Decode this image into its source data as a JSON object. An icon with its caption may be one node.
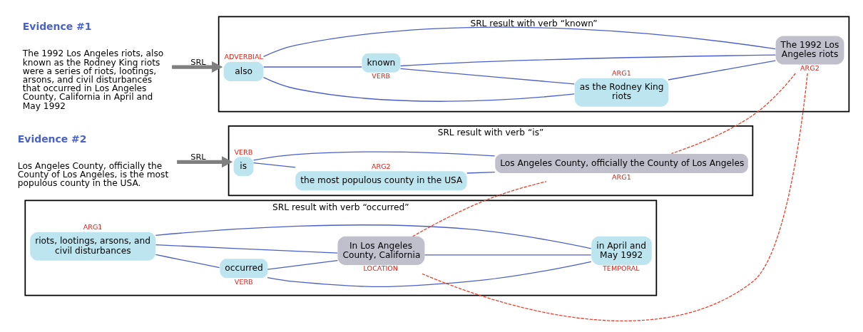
{
  "diagram": {
    "nodes": [
      {
        "text": [
          "Evidence #1",
          "The 1992 Los Angeles riots, also known as the Rodney King riots were a series of riots, lootings, arsons, and civil disturbances that occurred in Los Angeles County, California in April and May 1992"
        ]
      },
      {
        "text": [
          "SRL result with verb “known”"
        ]
      },
      {
        "text": [
          "also"
        ],
        "in": 1,
        "beside": [
          "ADVERBIAL"
        ]
      },
      {
        "text": [
          "as the Rodney King riots"
        ],
        "in": 1,
        "beside": [
          "ARG1"
        ]
      },
      {
        "text": [
          "known"
        ],
        "in": 1,
        "beside": [
          "VERB"
        ]
      },
      {
        "text": [
          "The 1992 Los Angeles riots"
        ],
        "in": 1,
        "beside": [
          "ARG2"
        ]
      },
      {
        "text": [
          "SRL result with verb “occurred”"
        ]
      },
      {
        "text": [
          "riots, lootings, arsons, and civil disturbances"
        ],
        "in": 6,
        "beside": [
          "ARG1"
        ]
      },
      {
        "text": [
          "occurred"
        ],
        "in": 6,
        "beside": [
          "VERB"
        ]
      },
      {
        "text": [
          "In Los Angeles County, California"
        ],
        "in": 6,
        "beside": [
          "LOCATION"
        ]
      },
      {
        "text": [
          "in April and May 1992"
        ],
        "in": 6,
        "beside": [
          "TEMPORAL"
        ]
      },
      {
        "text": [
          "Evidence #2",
          "Los Angeles County, officially the County of Los Angeles, is the most populous county in the USA."
        ]
      },
      {
        "text": [
          "SRL result with verb “is”"
        ]
      },
      {
        "text": [
          "is"
        ],
        "in": 12,
        "beside": [
          "VERB"
        ]
      },
      {
        "text": [
          "the most populous county in the USA"
        ],
        "in": 12,
        "beside": [
          "ARG2"
        ]
      },
      {
        "text": [
          "Los Angeles County, officially the County of Los Angeles"
        ],
        "in": 12,
        "beside": [
          "ARG1"
        ]
      }
    ],
    "edges": [
      {
        "from": 0,
        "to": 1,
        "arrow": "to",
        "label": "SRL",
        "style": "thick",
        "color": "#7f7f7f"
      },
      {
        "from": 2,
        "to": 3,
        "arrow": "none"
      },
      {
        "from": 2,
        "to": 5,
        "arrow": "none"
      },
      {
        "from": 2,
        "to": 4,
        "arrow": "none"
      },
      {
        "from": 4,
        "to": 3,
        "arrow": "none"
      },
      {
        "from": 4,
        "to": 5,
        "arrow": "none"
      },
      {
        "from": 3,
        "to": 5,
        "arrow": "none"
      },
      {
        "from": 7,
        "to": 8,
        "arrow": "none"
      },
      {
        "from": 7,
        "to": 9,
        "arrow": "none"
      },
      {
        "from": 7,
        "to": 10,
        "arrow": "none"
      },
      {
        "from": 8,
        "to": 9,
        "arrow": "none"
      },
      {
        "from": 8,
        "to": 10,
        "arrow": "none"
      },
      {
        "from": 9,
        "to": 10,
        "arrow": "none"
      },
      {
        "from": 11,
        "to": 12,
        "arrow": "to",
        "label": "SRL",
        "style": "thick",
        "color": "#7f7f7f"
      },
      {
        "from": 13,
        "to": 14,
        "arrow": "none"
      },
      {
        "from": 13,
        "to": 15,
        "arrow": "none"
      },
      {
        "from": 14,
        "to": 15,
        "arrow": "none"
      },
      {
        "from": 5,
        "to": 9,
        "arrow": "none",
        "style": "dashed",
        "color": "#e8412c"
      },
      {
        "from": 5,
        "to": 15,
        "arrow": "none",
        "style": "dashed",
        "color": "#e8412c"
      },
      {
        "from": 9,
        "to": 15,
        "arrow": "none",
        "style": "dashed",
        "color": "#e8412c"
      }
    ]
  }
}
